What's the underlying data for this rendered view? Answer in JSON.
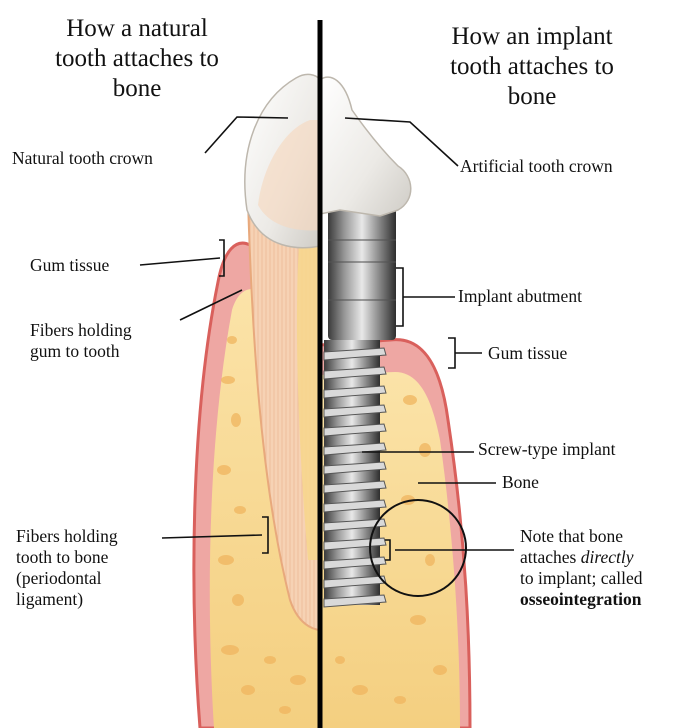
{
  "titles": {
    "left": [
      "How a natural",
      "tooth attaches to",
      "bone"
    ],
    "right": [
      "How an implant",
      "tooth attaches to",
      "bone"
    ]
  },
  "labels": {
    "natural_crown": "Natural tooth crown",
    "gum_tissue_left": "Gum tissue",
    "fibers_gum": [
      "Fibers holding",
      "gum to tooth"
    ],
    "fibers_bone": [
      "Fibers holding",
      "tooth to bone",
      "(periodontal",
      "ligament)"
    ],
    "artificial_crown": "Artificial tooth crown",
    "implant_abutment": "Implant abutment",
    "gum_tissue_right": "Gum tissue",
    "screw_implant": "Screw-type implant",
    "bone": "Bone",
    "note": {
      "line1": "Note that bone",
      "line2_plain": "attaches ",
      "line2_em": "directly",
      "line3": "to implant; called",
      "line4_strong": "osseointegration"
    }
  },
  "colors": {
    "bone": "#f3cf86",
    "gum": "#e8a0a0",
    "gum_edge": "#d95a5a",
    "enamel": "#f2f0ec",
    "dentin": "#f6d2b4",
    "metal": "#8f8f8f",
    "divider": "#000000"
  }
}
